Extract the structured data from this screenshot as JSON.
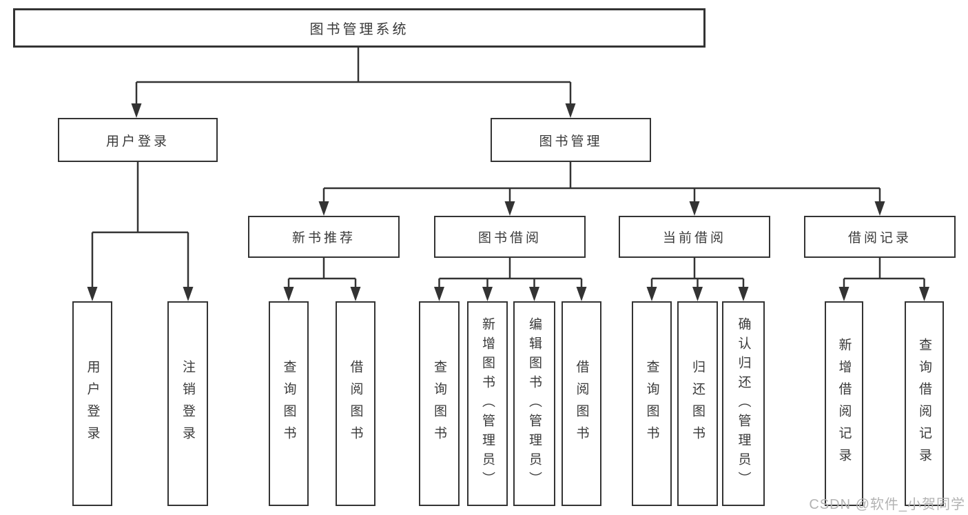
{
  "diagram": {
    "root": {
      "label": "图书管理系统"
    },
    "level2": [
      {
        "label": "用户登录"
      },
      {
        "label": "图书管理"
      }
    ],
    "level3": [
      {
        "label": "新书推荐"
      },
      {
        "label": "图书借阅"
      },
      {
        "label": "当前借阅"
      },
      {
        "label": "借阅记录"
      }
    ],
    "leaves": {
      "user_login": [
        {
          "label": "用户登录"
        },
        {
          "label": "注销登录"
        }
      ],
      "new_book_recommend": [
        {
          "label": "查询图书"
        },
        {
          "label": "借阅图书"
        }
      ],
      "book_borrowing": [
        {
          "label": "查询图书"
        },
        {
          "label": "新增图书（管理员）"
        },
        {
          "label": "编辑图书（管理员）"
        },
        {
          "label": "借阅图书"
        }
      ],
      "current_borrowing": [
        {
          "label": "查询图书"
        },
        {
          "label": "归还图书"
        },
        {
          "label": "确认归还（管理员）"
        }
      ],
      "borrow_records": [
        {
          "label": "新增借阅记录"
        },
        {
          "label": "查询借阅记录"
        }
      ]
    }
  },
  "watermark": {
    "text": "CSDN @软件_小贺同学"
  },
  "colors": {
    "line": "#333333",
    "text": "#3a3a3a",
    "watermark": "#b3b3b3",
    "background": "#ffffff"
  }
}
